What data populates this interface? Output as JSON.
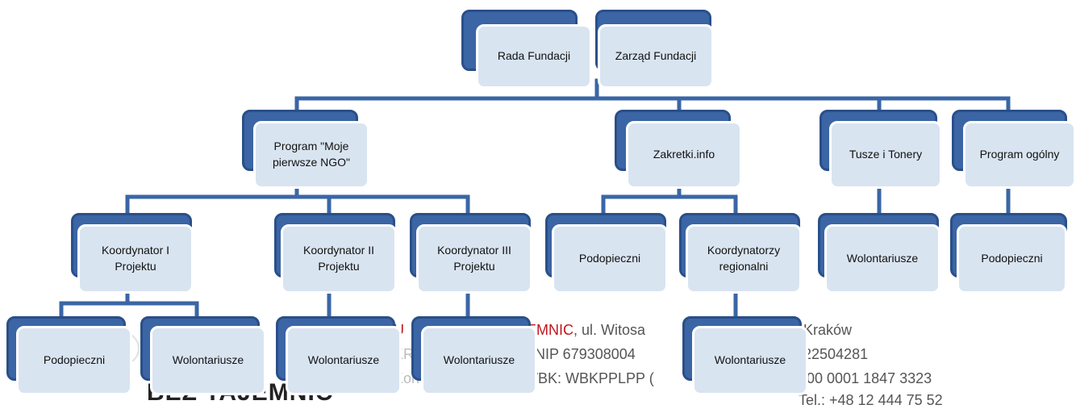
{
  "nodes": {
    "rada": "Rada Fundacji",
    "zarzad": "Zarząd Fundacji",
    "program_ngo": "Program \"Moje pierwsze NGO\"",
    "zakretki": "Zakretki.info",
    "tusze": "Tusze i Tonery",
    "program_ogolny": "Program ogólny",
    "koord1": "Koordynator  I Projektu",
    "koord2": "Koordynator II Projektu",
    "koord3": "Koordynator III Projektu",
    "podopieczni_z": "Podopieczni",
    "koord_reg": "Koordynatorzy regionalni",
    "wolont_t": "Wolontariusze",
    "podopieczni_o": "Podopieczni",
    "podopieczni_k1": "Podopieczni",
    "wolont_k1": "Wolontariusze",
    "wolont_k2": "Wolontariusze",
    "wolont_k3": "Wolontariusze",
    "wolont_kr": "Wolontariusze"
  },
  "footer": {
    "org_part": "EMNIC",
    "line1_a": ", ul. Witosa",
    "line1_b": "Kraków",
    "line2_a": "KRS",
    "line2_b": "NIP 679308004",
    "line2_c": "22504281",
    "line3_a": "Kon",
    "line3_b": "WBK: WBKPPLPP (",
    "line3_c": "000 0001 1847 3323",
    "line4": "Tel.: +48 12 444 75 52",
    "logo": "BEZ TAJEMNIC"
  },
  "colors": {
    "box_back": "#3b65a5",
    "box_front": "#d9e4f1",
    "connector": "#3a66a6",
    "org_name": "#c0161b"
  }
}
